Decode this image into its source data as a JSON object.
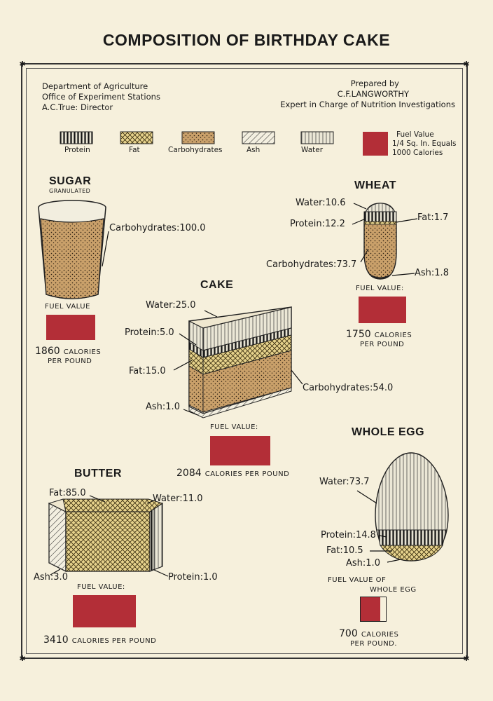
{
  "title": "COMPOSITION OF BIRTHDAY CAKE",
  "header_left": [
    "Department of Agriculture",
    "Office of Experiment Stations",
    "A.C.True: Director"
  ],
  "header_right": [
    "Prepared by",
    "C.F.LANGWORTHY",
    "Expert in Charge of Nutrition Investigations"
  ],
  "legend": {
    "items": [
      "Protein",
      "Fat",
      "Carbohydrates",
      "Ash",
      "Water"
    ],
    "fuel_key": [
      "Fuel Value",
      "1/4 Sq. In. Equals",
      "1000 Calories"
    ]
  },
  "colors": {
    "fuel": "#b32e37",
    "carbohydrates": "#c9a06a",
    "fat": "#e6d28c",
    "background": "#f6f0dc"
  },
  "sugar": {
    "title": "SUGAR",
    "subtitle": "GRANULATED",
    "label_carbohydrates": "Carbohydrates:100.0",
    "fuel_label": "FUEL VALUE",
    "calories_value": "1860",
    "calories_unit_1": "CALORIES",
    "calories_unit_2": "PER POUND"
  },
  "wheat": {
    "title": "WHEAT",
    "label_water": "Water:10.6",
    "label_fat": "Fat:1.7",
    "label_protein": "Protein:12.2",
    "label_carbohydrates": "Carbohydrates:73.7",
    "label_ash": "Ash:1.8",
    "fuel_label": "FUEL VALUE:",
    "calories_value": "1750",
    "calories_unit_1": "CALORIES",
    "calories_unit_2": "PER POUND"
  },
  "cake": {
    "title": "CAKE",
    "label_water": "Water:25.0",
    "label_protein": "Protein:5.0",
    "label_fat": "Fat:15.0",
    "label_carbohydrates": "Carbohydrates:54.0",
    "label_ash": "Ash:1.0",
    "fuel_label": "FUEL VALUE:",
    "calories_value": "2084",
    "calories_unit": "CALORIES PER POUND"
  },
  "butter": {
    "title": "BUTTER",
    "label_fat": "Fat:85.0",
    "label_water": "Water:11.0",
    "label_ash": "Ash:3.0",
    "label_protein": "Protein:1.0",
    "fuel_label": "FUEL VALUE:",
    "calories_value": "3410",
    "calories_unit": "CALORIES PER POUND"
  },
  "egg": {
    "title": "WHOLE EGG",
    "label_water": "Water:73.7",
    "label_protein": "Protein:14.8",
    "label_fat": "Fat:10.5",
    "label_ash": "Ash:1.0",
    "fuel_label_1": "FUEL VALUE OF",
    "fuel_label_2": "WHOLE EGG",
    "calories_value": "700",
    "calories_unit_1": "CALORIES",
    "calories_unit_2": "PER POUND."
  }
}
